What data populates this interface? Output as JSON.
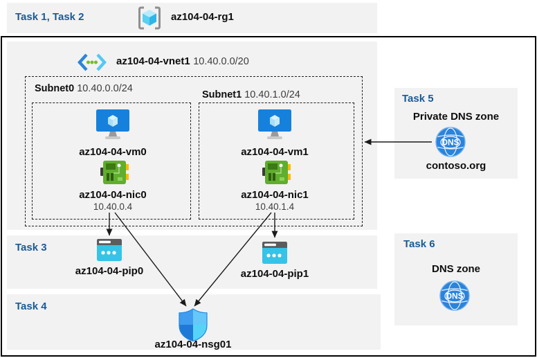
{
  "header": {
    "tasks_label": "Task 1, Task 2",
    "resource_group": "az104-04-rg1"
  },
  "vnet": {
    "name": "az104-04-vnet1",
    "cidr": "10.40.0.0/20",
    "subnets": [
      {
        "name": "Subnet0",
        "cidr": "10.40.0.0/24",
        "vm": "az104-04-vm0",
        "nic": "az104-04-nic0",
        "ip": "10.40.0.4"
      },
      {
        "name": "Subnet1",
        "cidr": "10.40.1.0/24",
        "vm": "az104-04-vm1",
        "nic": "az104-04-nic1",
        "ip": "10.40.1.4"
      }
    ]
  },
  "task3": {
    "label": "Task 3",
    "pips": [
      "az104-04-pip0",
      "az104-04-pip1"
    ]
  },
  "task4": {
    "label": "Task 4",
    "nsg": "az104-04-nsg01"
  },
  "task5": {
    "label": "Task 5",
    "title": "Private DNS zone",
    "zone": "contoso.org",
    "dns_icon_text": "DNS"
  },
  "task6": {
    "label": "Task 6",
    "title": "DNS zone",
    "dns_icon_text": "DNS"
  },
  "colors": {
    "task_label_blue": "#1a5a96",
    "band_background": "#f2f2f2",
    "frame_border": "#000000",
    "arrow": "#1a1a1a"
  }
}
